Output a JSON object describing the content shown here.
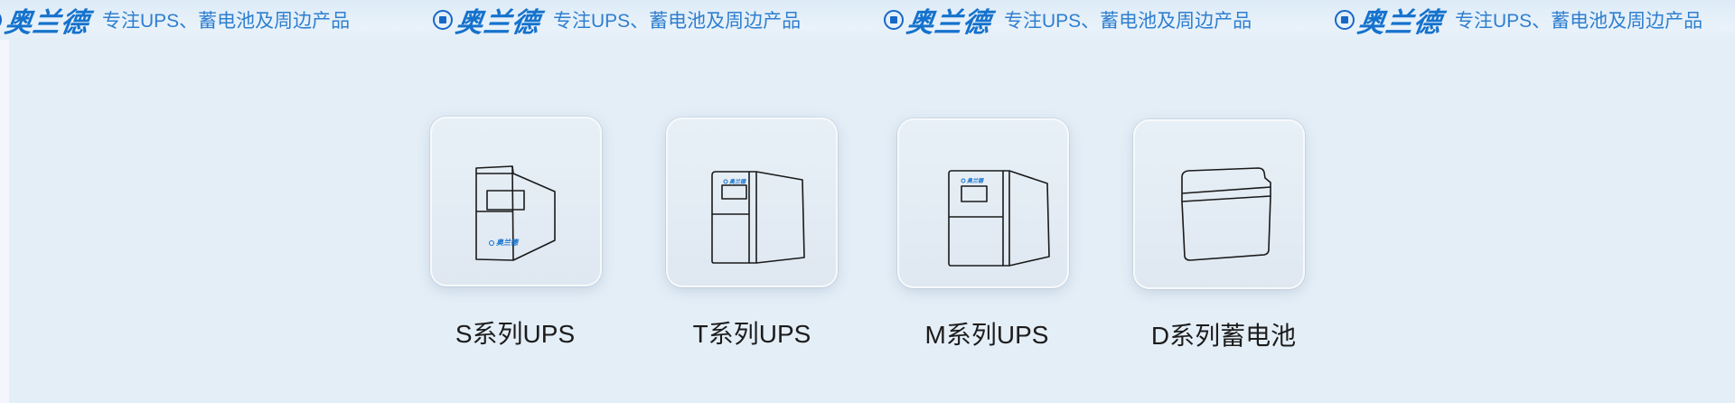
{
  "banner": {
    "brand": "奥兰德",
    "slogan": "专注UPS、蓄电池及周边产品"
  },
  "products": [
    {
      "name": "S系列UPS",
      "icon": "tower-ups-icon",
      "logo_text": "奥兰德"
    },
    {
      "name": "T系列UPS",
      "icon": "tower-ups-icon",
      "logo_text": "奥兰德"
    },
    {
      "name": "M系列UPS",
      "icon": "tower-ups-icon",
      "logo_text": "奥兰德"
    },
    {
      "name": "D系列蓄电池",
      "icon": "battery-icon"
    }
  ],
  "colors": {
    "background": "#e4eef7",
    "brand_blue": "#1572cc",
    "label_text": "#1c1c1c"
  }
}
